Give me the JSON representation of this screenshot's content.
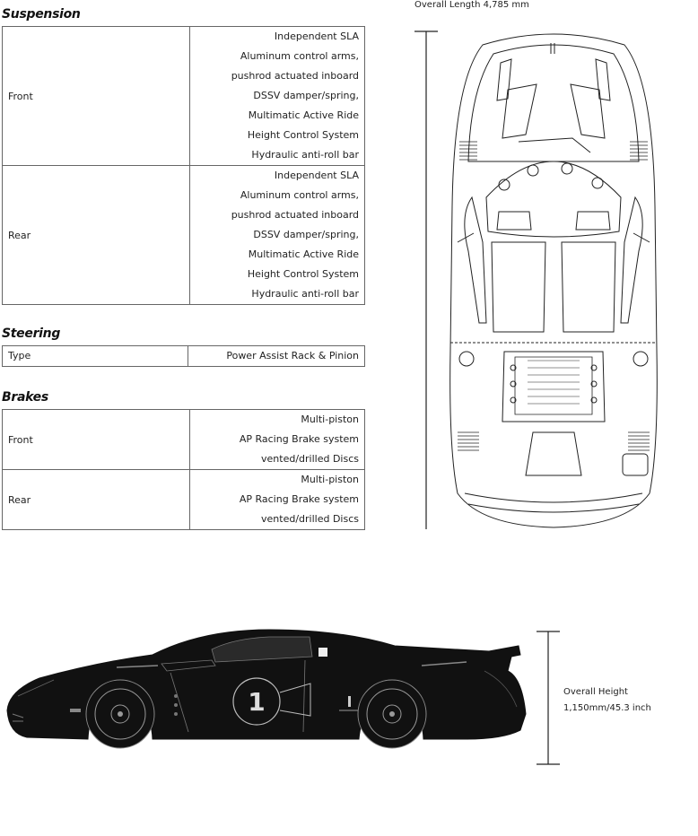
{
  "suspension": {
    "title": "Suspension",
    "front": {
      "label": "Front",
      "lines": [
        "Independent SLA",
        "Aluminum control arms,",
        "pushrod actuated inboard",
        "DSSV damper/spring,",
        "Multimatic Active Ride",
        "Height Control System",
        "Hydraulic anti-roll bar"
      ]
    },
    "rear": {
      "label": "Rear",
      "lines": [
        "Independent SLA",
        "Aluminum control arms,",
        "pushrod actuated inboard",
        "DSSV damper/spring,",
        "Multimatic Active Ride",
        "Height Control System",
        "Hydraulic anti-roll bar"
      ]
    }
  },
  "steering": {
    "title": "Steering",
    "type_label": "Type",
    "type_value": "Power Assist Rack & Pinion"
  },
  "brakes": {
    "title": "Brakes",
    "front": {
      "label": "Front",
      "lines": [
        "Multi-piston",
        "AP Racing Brake system",
        "vented/drilled Discs"
      ]
    },
    "rear": {
      "label": "Rear",
      "lines": [
        "Multi-piston",
        "AP Racing Brake system",
        "vented/drilled Discs"
      ]
    }
  },
  "dimensions": {
    "overall_length": "Overall Length    4,785 mm",
    "overall_height_label": "Overall Height",
    "overall_height_value": "1,150mm/45.3 inch"
  },
  "side_view": {
    "door_number": "1"
  }
}
